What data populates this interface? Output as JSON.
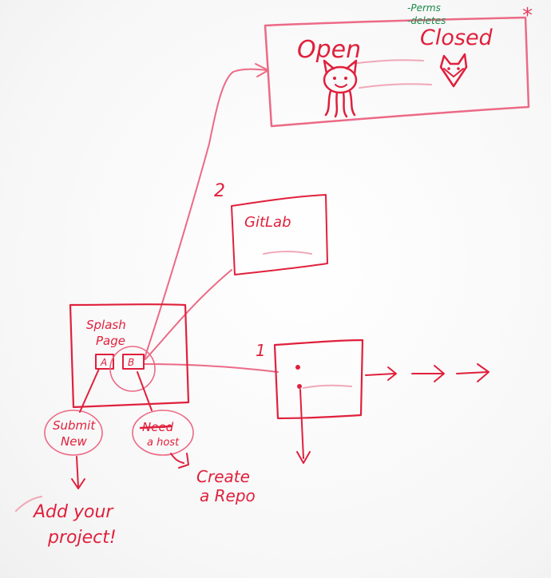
{
  "colors": {
    "ink_red": "#e0203c",
    "ink_pink": "#ec6a86",
    "ink_green": "#1a8a4a",
    "board": "#fbfbfb"
  },
  "notes": {
    "perms": "-Perms",
    "deletes": "-deletes",
    "star": "*"
  },
  "top_box": {
    "open_label": "Open",
    "closed_label": "Closed",
    "open_icon": "octocat-icon",
    "closed_icon": "fox-icon"
  },
  "gitlab_box": {
    "number": "2",
    "label": "GitLab"
  },
  "splash_box": {
    "line1": "Splash",
    "line2": "Page",
    "left_icon": "A",
    "right_icon": "B"
  },
  "flow_box": {
    "number": "1"
  },
  "bubbles": {
    "submit_line1": "Submit",
    "submit_line2": "New",
    "need_line1": "Need",
    "need_line2": "a host"
  },
  "outcomes": {
    "add_line1": "Add your",
    "add_line2": "project!",
    "create_line1": "Create",
    "create_line2": "a Repo"
  }
}
